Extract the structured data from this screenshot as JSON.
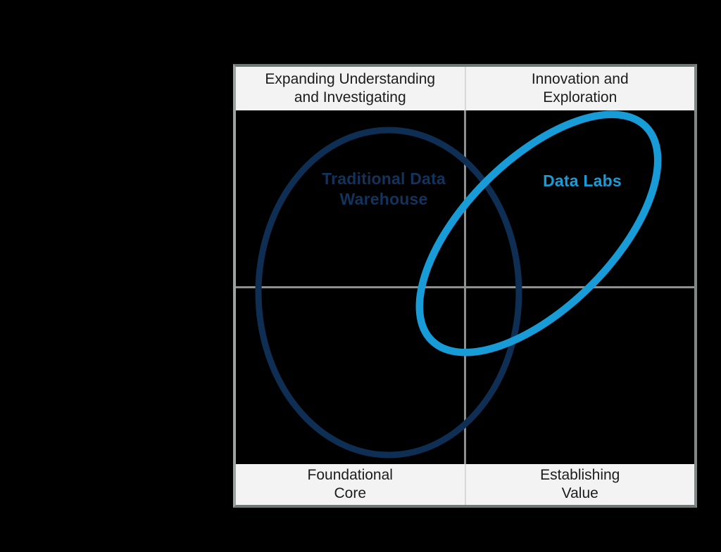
{
  "diagram": {
    "quadrants": {
      "top_left": "Expanding Understanding\nand Investigating",
      "top_right": "Innovation and\nExploration",
      "bottom_left": "Foundational\nCore",
      "bottom_right": "Establishing\nValue"
    },
    "ellipses": [
      {
        "label": "Traditional Data\nWarehouse",
        "color": "#0E2E54",
        "label_color": "#12335C"
      },
      {
        "label": "Data Labs",
        "color": "#189CD8",
        "label_color": "#189CD8"
      }
    ],
    "colors": {
      "background": "#000000",
      "panel_background": "#F3F3F3",
      "panel_text": "#1C1C1C",
      "border": "#6E7876",
      "gridline": "#8A918F",
      "strip_divider": "#D8D8D8"
    }
  }
}
